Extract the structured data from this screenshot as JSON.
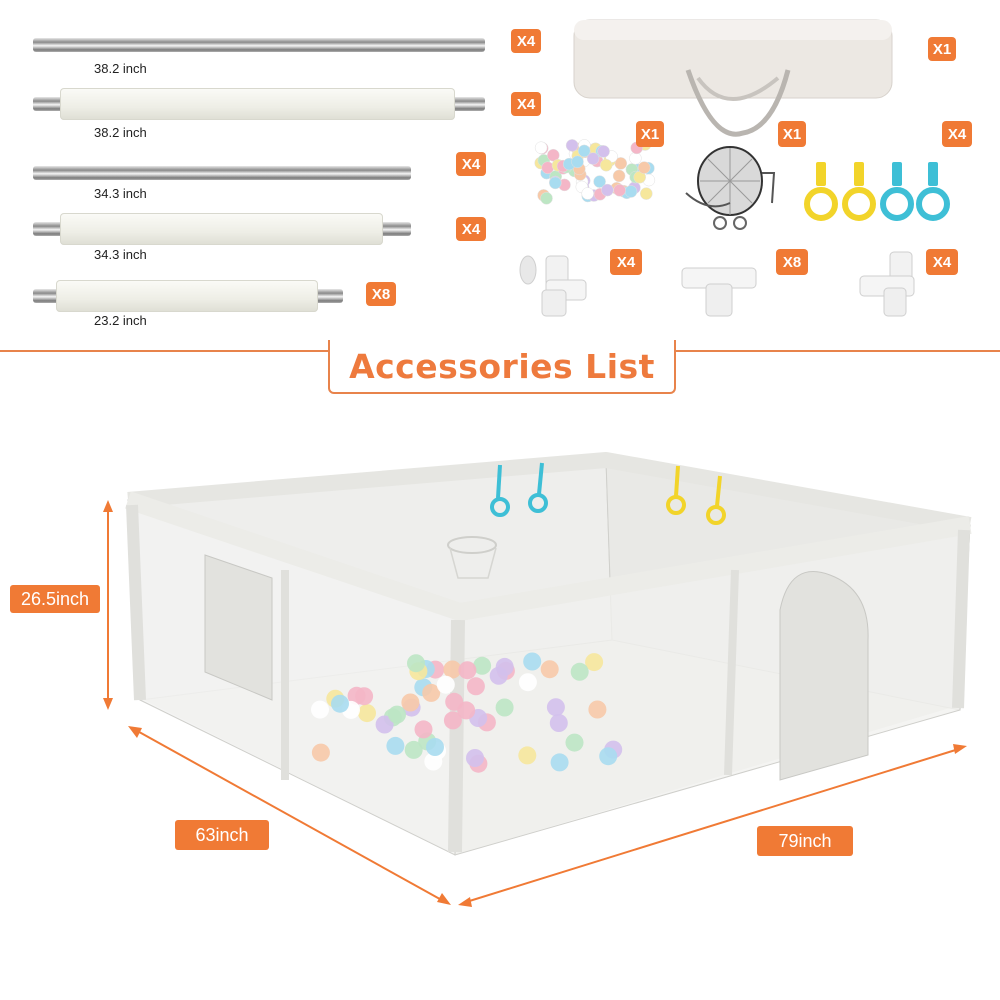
{
  "accessories": {
    "poles": [
      {
        "label": "38.2 inch",
        "qty": "X4"
      },
      {
        "label": "38.2 inch",
        "qty": "X4"
      },
      {
        "label": "34.3 inch",
        "qty": "X4"
      },
      {
        "label": "34.3 inch",
        "qty": "X4"
      },
      {
        "label": "23.2 inch",
        "qty": "X8"
      }
    ],
    "items": [
      {
        "icon": "storage-bag-icon",
        "qty": "X1"
      },
      {
        "icon": "balls-icon",
        "qty": "X1"
      },
      {
        "icon": "basketball-hoop-icon",
        "qty": "X1"
      },
      {
        "icon": "pull-ring-icon",
        "qty": "X4"
      },
      {
        "icon": "corner-connector-suction-icon",
        "qty": "X4"
      },
      {
        "icon": "tee-connector-icon",
        "qty": "X8"
      },
      {
        "icon": "corner-connector-icon",
        "qty": "X4"
      }
    ]
  },
  "section_title": "Accessories List",
  "dimensions": {
    "height": "26.5inch",
    "depth": "63inch",
    "width": "79inch"
  },
  "colors": {
    "accent": "#f07a35",
    "title": "#ee7a3d",
    "ring_blue": "#3ebfd6",
    "ring_yellow": "#f2d42a"
  }
}
